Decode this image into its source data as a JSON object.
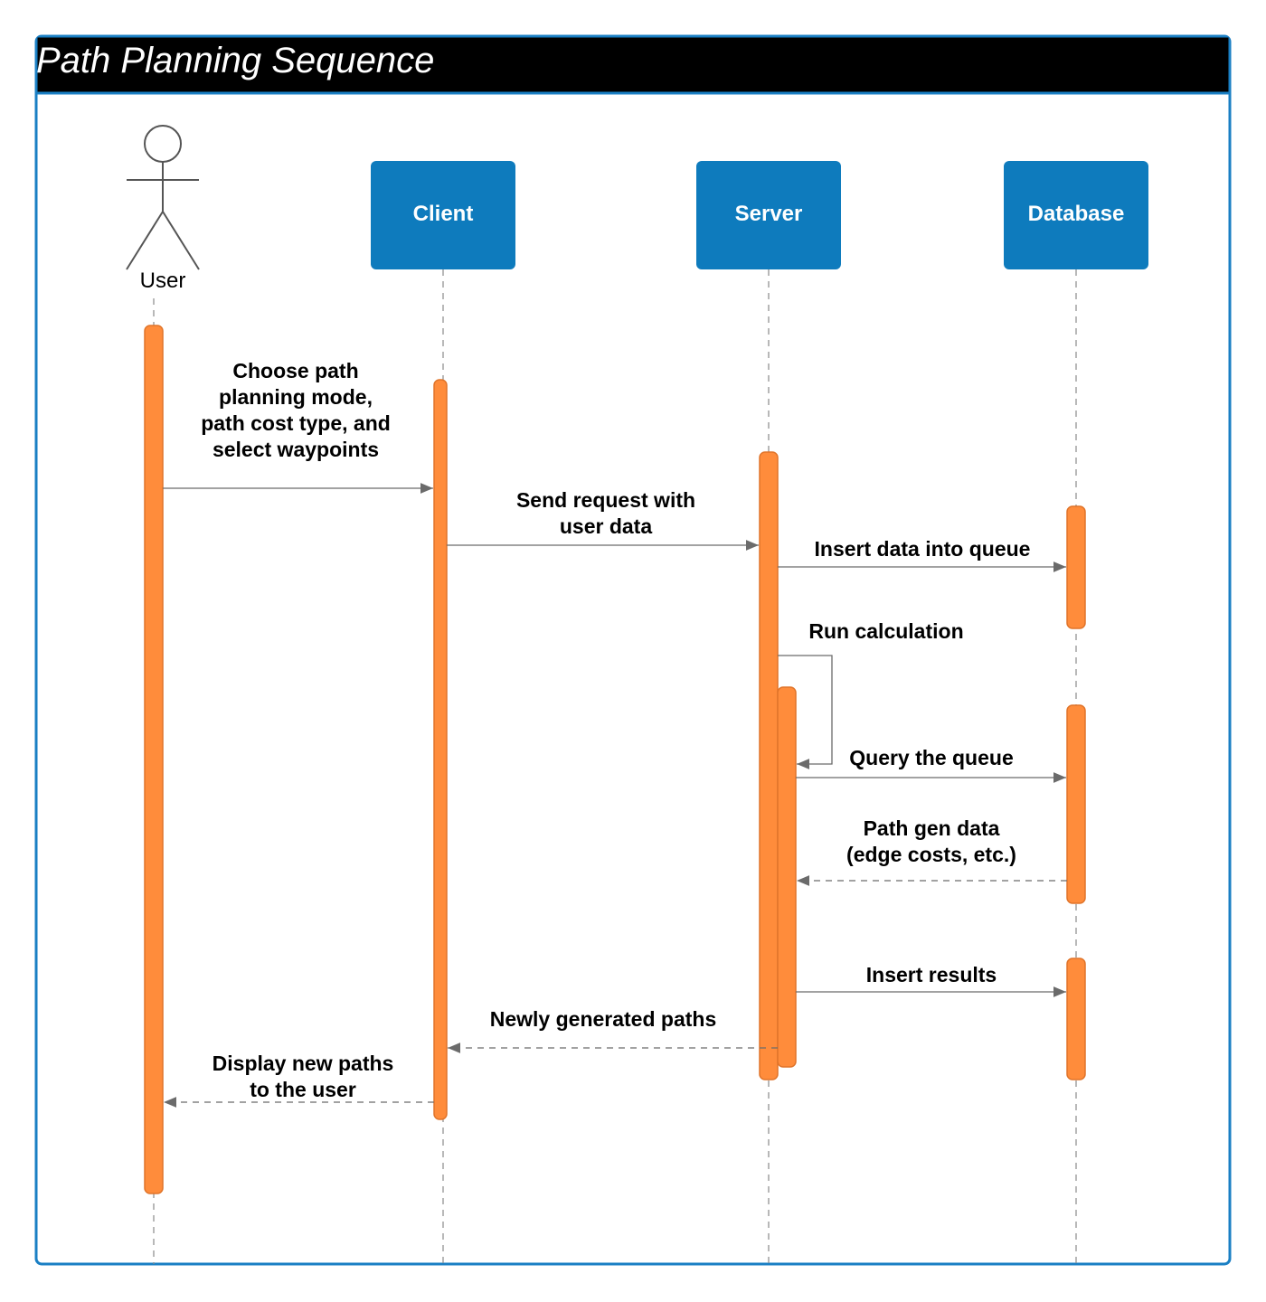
{
  "frame": {
    "title": "Path Planning Sequence"
  },
  "participants": {
    "user": {
      "label": "User",
      "kind": "actor"
    },
    "client": {
      "label": "Client",
      "kind": "box"
    },
    "server": {
      "label": "Server",
      "kind": "box"
    },
    "database": {
      "label": "Database",
      "kind": "box"
    }
  },
  "messages": {
    "choose_path": {
      "from": "User",
      "to": "Client",
      "style": "solid",
      "lines": [
        "Choose path",
        "planning mode,",
        "path cost type, and",
        "select waypoints"
      ]
    },
    "send_request": {
      "from": "Client",
      "to": "Server",
      "style": "solid",
      "lines": [
        "Send request with",
        "user data"
      ]
    },
    "insert_queue": {
      "from": "Server",
      "to": "Database",
      "style": "solid",
      "lines": [
        "Insert data into queue"
      ]
    },
    "run_calc": {
      "from": "Server",
      "to": "Server",
      "style": "solid",
      "lines": [
        "Run calculation"
      ]
    },
    "query_queue": {
      "from": "Server",
      "to": "Database",
      "style": "solid",
      "lines": [
        "Query the queue"
      ]
    },
    "path_gen": {
      "from": "Database",
      "to": "Server",
      "style": "dashed",
      "lines": [
        "Path gen data",
        "(edge costs, etc.)"
      ]
    },
    "insert_results": {
      "from": "Server",
      "to": "Database",
      "style": "solid",
      "lines": [
        "Insert results"
      ]
    },
    "new_paths": {
      "from": "Server",
      "to": "Client",
      "style": "dashed",
      "lines": [
        "Newly generated paths"
      ]
    },
    "display_paths": {
      "from": "Client",
      "to": "User",
      "style": "dashed",
      "lines": [
        "Display new paths",
        "to the user"
      ]
    }
  },
  "colors": {
    "frame_border": "#1a7fc4",
    "title_bar": "#000000",
    "participant_box": "#0e7bbd",
    "activation": "#ff8c3b",
    "activation_border": "#e0742a",
    "lifeline": "#8a8a8a",
    "arrow": "#6b6b6b"
  }
}
